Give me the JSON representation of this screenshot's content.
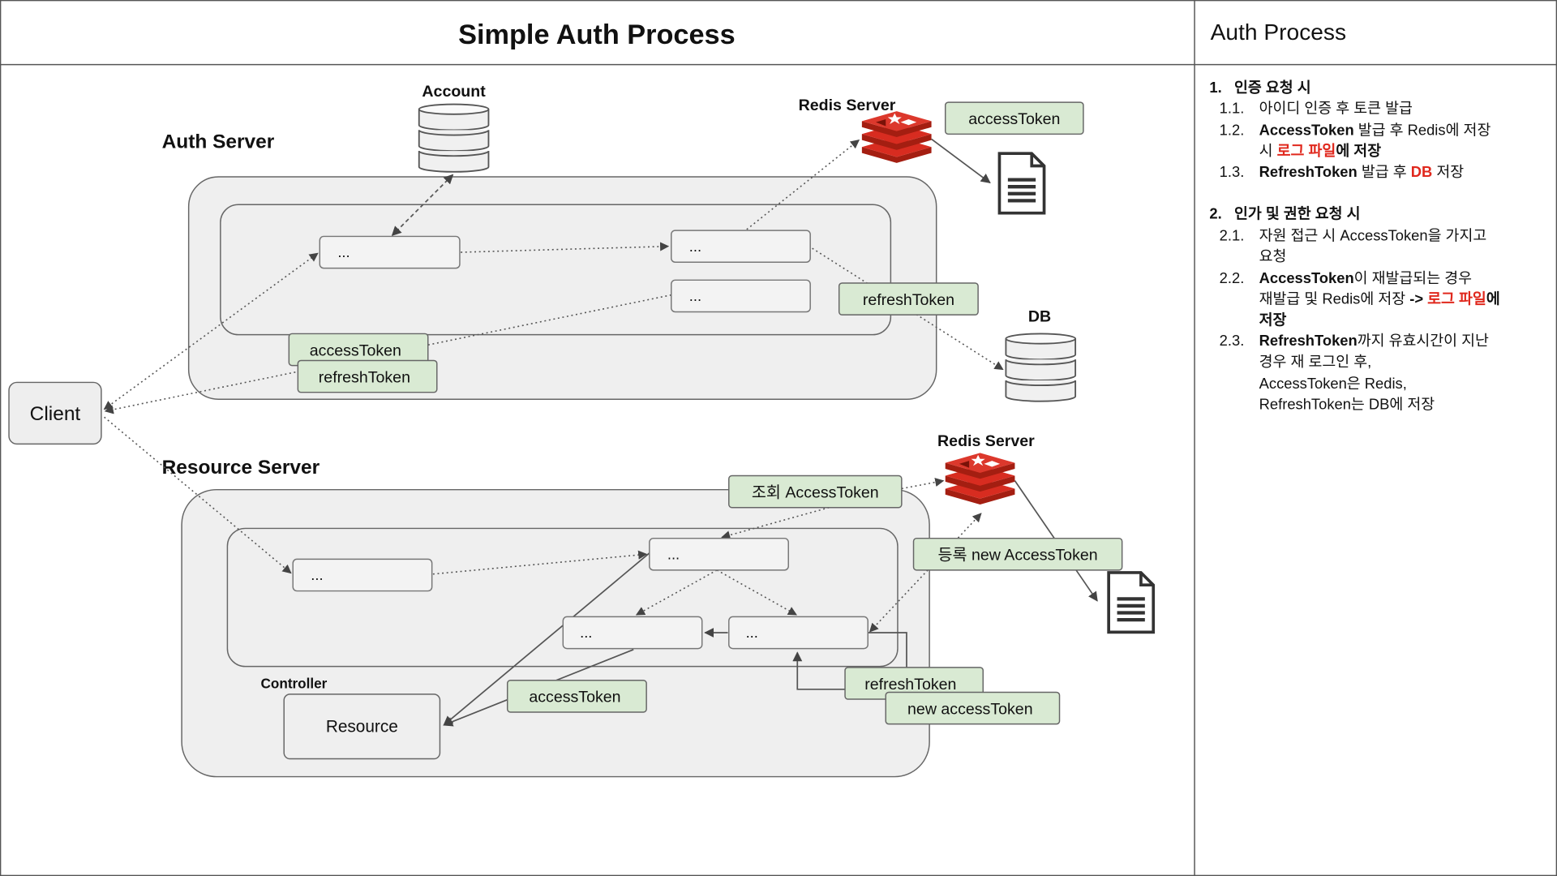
{
  "page": {
    "title": "Simple Auth Process"
  },
  "colors": {
    "token_fill": "#d9ead3",
    "server_fill": "#efefef",
    "redis_red": "#d82c20",
    "emphasis_red": "#e0281d"
  },
  "client": {
    "label": "Client"
  },
  "auth_server": {
    "label": "Auth Server",
    "nodes": [
      "...",
      "...",
      "..."
    ],
    "access_token": "accessToken",
    "refresh_token": "refreshToken",
    "db_refresh_token": "refreshToken"
  },
  "account_db": {
    "label": "Account"
  },
  "auth_redis": {
    "label": "Redis Server",
    "access_token": "accessToken"
  },
  "token_db": {
    "label": "DB"
  },
  "resource_server": {
    "label": "Resource Server",
    "nodes": [
      "...",
      "...",
      "...",
      "..."
    ],
    "controller_label": "Controller",
    "resource_label": "Resource",
    "lookup_token": "조회 AccessToken",
    "register_token": "등록 new AccessToken",
    "refresh_token": "refreshToken",
    "new_access_token": "new accessToken",
    "access_token": "accessToken"
  },
  "resource_redis": {
    "label": "Redis Server"
  },
  "panel": {
    "title": "Auth Process",
    "lines": [
      {
        "num": "1.",
        "text": [
          "인증 요청 시"
        ]
      },
      {
        "num": "1.1.",
        "text": [
          "아이디 인증 후 토큰 발급"
        ]
      },
      {
        "num": "1.2.",
        "text": [
          "AccessToken",
          " 발급 후 Redis에 저장"
        ]
      },
      {
        "text": [
          "시 ",
          "로그 파일",
          "에 저장"
        ]
      },
      {
        "num": "1.3.",
        "text": [
          "RefreshToken",
          " 발급 후 ",
          "DB",
          " 저장"
        ]
      },
      {
        "num": "2.",
        "text": [
          "인가 및 권한 요청 시"
        ]
      },
      {
        "num": "2.1.",
        "text": [
          "자원 접근 시 AccessToken을 가지고"
        ]
      },
      {
        "text": [
          "요청"
        ]
      },
      {
        "num": "2.2.",
        "text": [
          "AccessToken",
          "이 재발급되는 경우"
        ]
      },
      {
        "text": [
          "재발급 및 Redis에 저장 ",
          "-> ",
          "로그 파일",
          "에"
        ]
      },
      {
        "text": [
          "저장"
        ]
      },
      {
        "num": "2.3.",
        "text": [
          "RefreshToken",
          "까지 유효시간이 지난"
        ]
      },
      {
        "text": [
          "경우 재 로그인 후,"
        ]
      },
      {
        "text": [
          "AccessToken은 Redis,"
        ]
      },
      {
        "text": [
          "RefreshToken는 DB에 저장"
        ]
      }
    ]
  }
}
